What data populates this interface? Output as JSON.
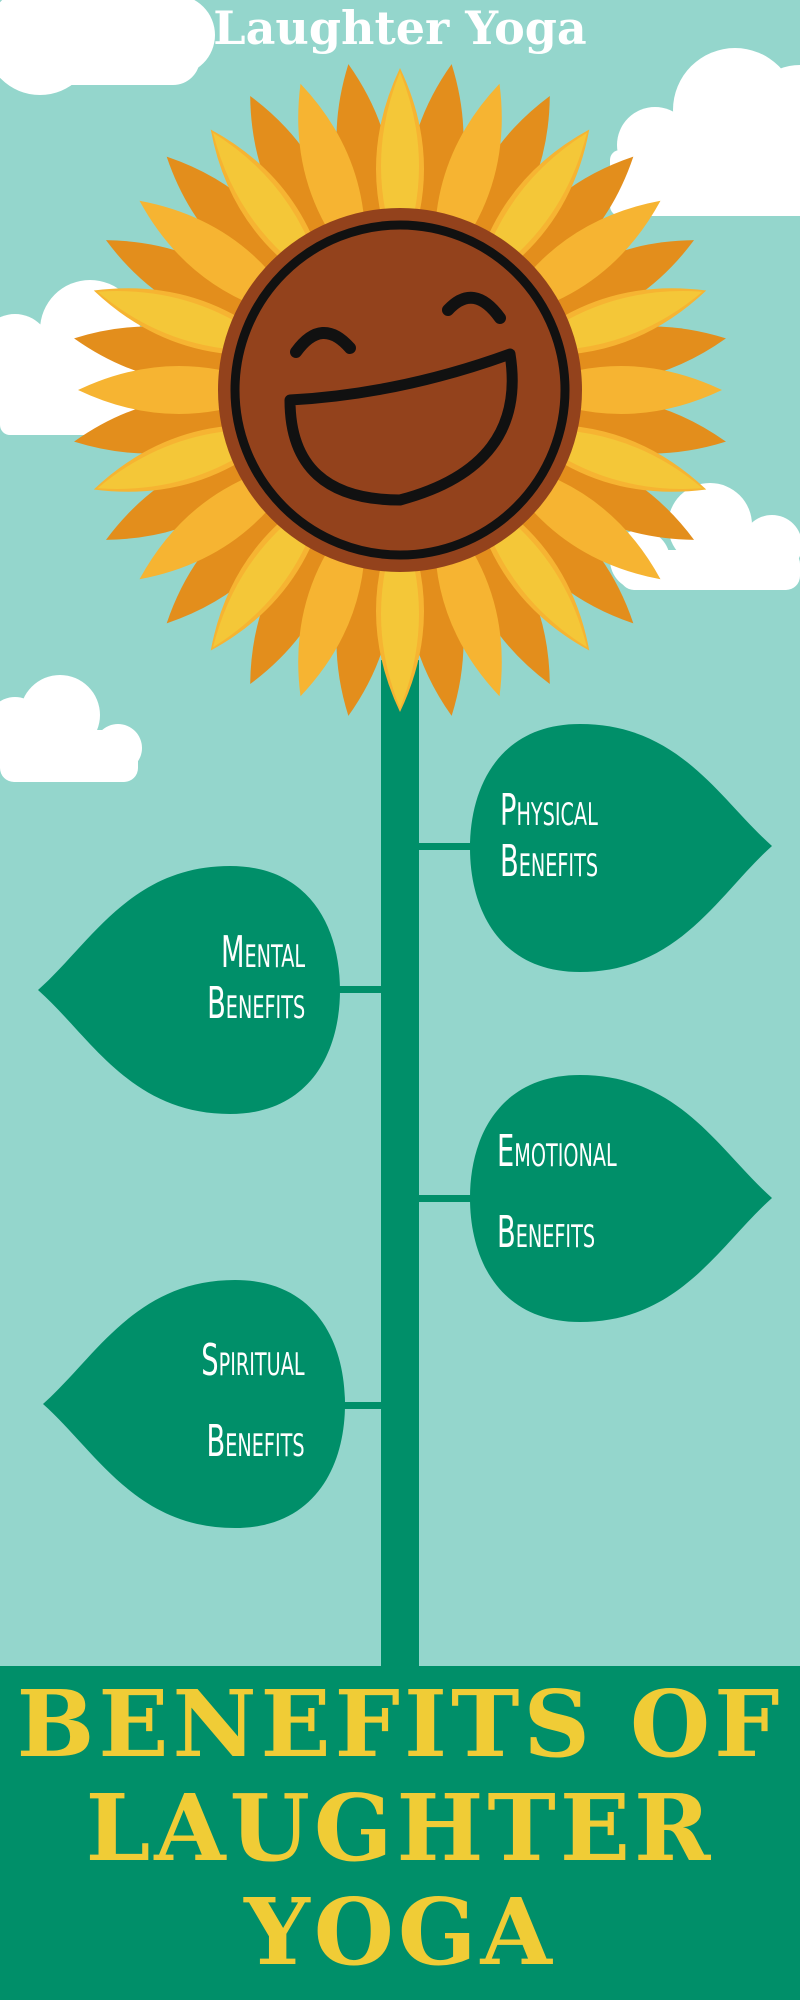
{
  "header": {
    "title": "Laughter Yoga"
  },
  "leaves": [
    {
      "line1": "Physical",
      "line2": "Benefits"
    },
    {
      "line1": "Mental",
      "line2": "Benefits"
    },
    {
      "line1": "Emotional",
      "line2": "Benefits"
    },
    {
      "line1": "Spiritual",
      "line2": "Benefits"
    }
  ],
  "footer": {
    "line1": "BENEFITS OF",
    "line2": "LAUGHTER",
    "line3": "YOGA"
  },
  "colors": {
    "sky": "#94d6cc",
    "cloud": "#ffffff",
    "stem": "#008f69",
    "leaf": "#008f69",
    "petal_dark": "#e38e1c",
    "petal_mid": "#f6b432",
    "petal_light": "#f4c738",
    "face": "#93421c",
    "face_line": "#111111",
    "banner": "#008f69",
    "banner_text": "#f0cc36"
  },
  "icons": {
    "face": "laughing-face-icon"
  }
}
